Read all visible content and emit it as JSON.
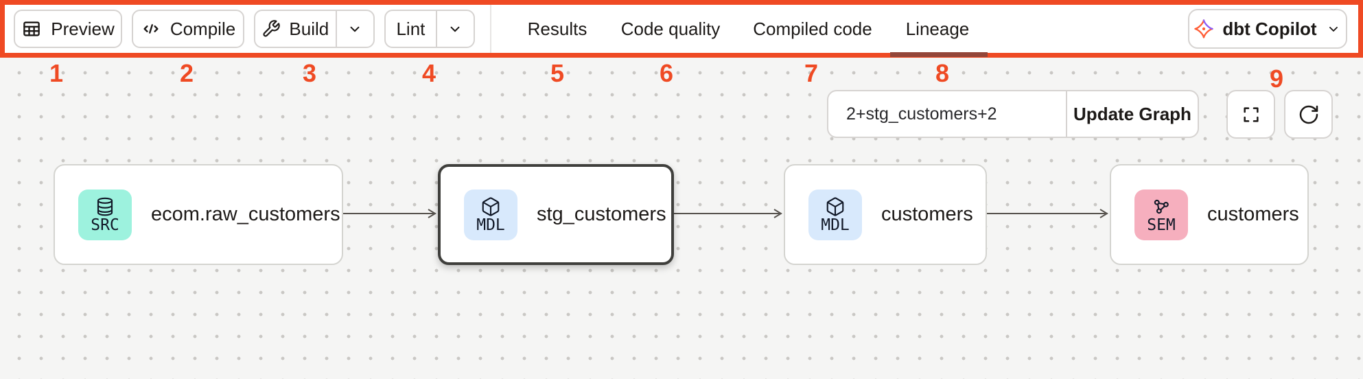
{
  "toolbar": {
    "buttons": [
      {
        "label": "Preview",
        "icon": "table-icon"
      },
      {
        "label": "Compile",
        "icon": "code-icon"
      },
      {
        "label": "Build",
        "icon": "wrench-icon",
        "has_dropdown": true
      },
      {
        "label": "Lint",
        "icon": null,
        "has_dropdown": true
      }
    ],
    "tabs": [
      {
        "label": "Results",
        "active": false
      },
      {
        "label": "Code quality",
        "active": false
      },
      {
        "label": "Compiled code",
        "active": false
      },
      {
        "label": "Lineage",
        "active": true
      }
    ],
    "copilot": {
      "label": "dbt Copilot",
      "icon": "dbt-logo-icon",
      "has_dropdown": true
    }
  },
  "annotations": {
    "color": "#EF4A23",
    "numbers": [
      "1",
      "2",
      "3",
      "4",
      "5",
      "6",
      "7",
      "8",
      "9"
    ]
  },
  "lineage": {
    "selector": {
      "value": "2+stg_customers+2",
      "button_label": "Update Graph"
    },
    "controls": [
      "fullscreen-icon",
      "refresh-icon"
    ],
    "nodes": [
      {
        "badge": "SRC",
        "icon": "database-icon",
        "title": "ecom.raw_customers",
        "badge_color": "#9DF2DE",
        "selected": false
      },
      {
        "badge": "MDL",
        "icon": "cube-icon",
        "title": "stg_customers",
        "badge_color": "#D8E9FC",
        "selected": true
      },
      {
        "badge": "MDL",
        "icon": "cube-icon",
        "title": "customers",
        "badge_color": "#D8E9FC",
        "selected": false
      },
      {
        "badge": "SEM",
        "icon": "semantic-icon",
        "title": "customers",
        "badge_color": "#F6AFBE",
        "selected": false
      }
    ],
    "edges": [
      {
        "from": "ecom.raw_customers",
        "to": "stg_customers"
      },
      {
        "from": "stg_customers",
        "to": "customers (MDL)"
      },
      {
        "from": "customers (MDL)",
        "to": "customers (SEM)"
      }
    ]
  },
  "colors": {
    "annotation_red": "#EF4A23",
    "active_tab_underline": "#934639",
    "canvas_bg": "#f5f5f4",
    "node_border": "#d4d4d0",
    "selected_node_border": "#3f3f3c",
    "edge": "#57534e"
  }
}
